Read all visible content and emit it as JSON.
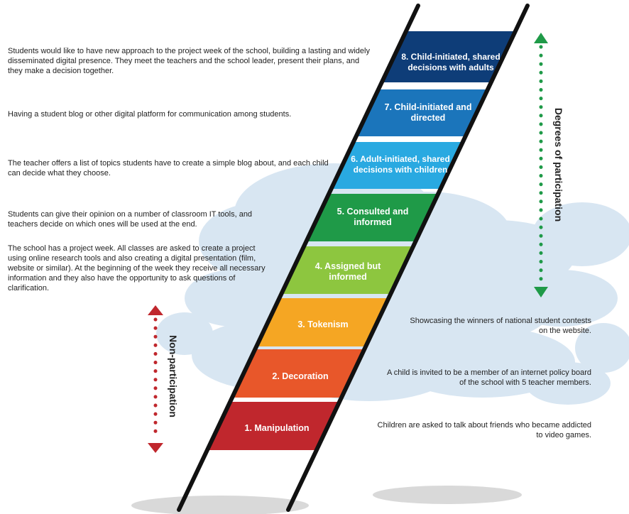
{
  "rungs": [
    {
      "label": "1. Manipulation",
      "color": "#C0272D"
    },
    {
      "label": "2. Decoration",
      "color": "#E8572A"
    },
    {
      "label": "3. Tokenism",
      "color": "#F5A623"
    },
    {
      "label": "4. Assigned but informed",
      "color": "#8DC63F"
    },
    {
      "label": "5. Consulted and informed",
      "color": "#1F9A48"
    },
    {
      "label": "6. Adult-initiated, shared decisions with children",
      "color": "#29A9E1"
    },
    {
      "label": "7. Child-initiated and directed",
      "color": "#1B75BB"
    },
    {
      "label": "8. Child-initiated, shared decisions with adults",
      "color": "#0E3D78"
    }
  ],
  "left_examples": {
    "r8": "Students would like to have new approach to the project week of the school, building a lasting and widely disseminated digital presence. They meet the teachers and the school leader, present their plans, and they make a decision together.",
    "r7": "Having a student blog or other digital platform for communication among students.",
    "r6": "The teacher offers a list of topics students have to create a simple blog about, and each child can decide what they choose.",
    "r5": "Students can give their opinion on a number of classroom IT tools, and teachers decide on which ones will be used at the end.",
    "r4": "The school has a project week. All classes are asked to create a project using online research tools and also creating a digital presentation (film, website or similar). At the beginning of the week they receive all necessary information and they also have the opportunity to ask questions of clarification."
  },
  "right_examples": {
    "r3": "Showcasing the winners of national student contests on the website.",
    "r2": "A child is invited to be a member of an internet policy board of the school with 5 teacher members.",
    "r1": "Children are asked to talk about friends who became addicted to video games."
  },
  "axis_labels": {
    "participation": "Degrees of participation",
    "non_participation": "Non-participation"
  },
  "colors": {
    "participation_arrow": "#1F9A48",
    "non_participation_arrow": "#C0272D",
    "ladder_rail": "#111111",
    "cloud": "#D6E4F0"
  }
}
